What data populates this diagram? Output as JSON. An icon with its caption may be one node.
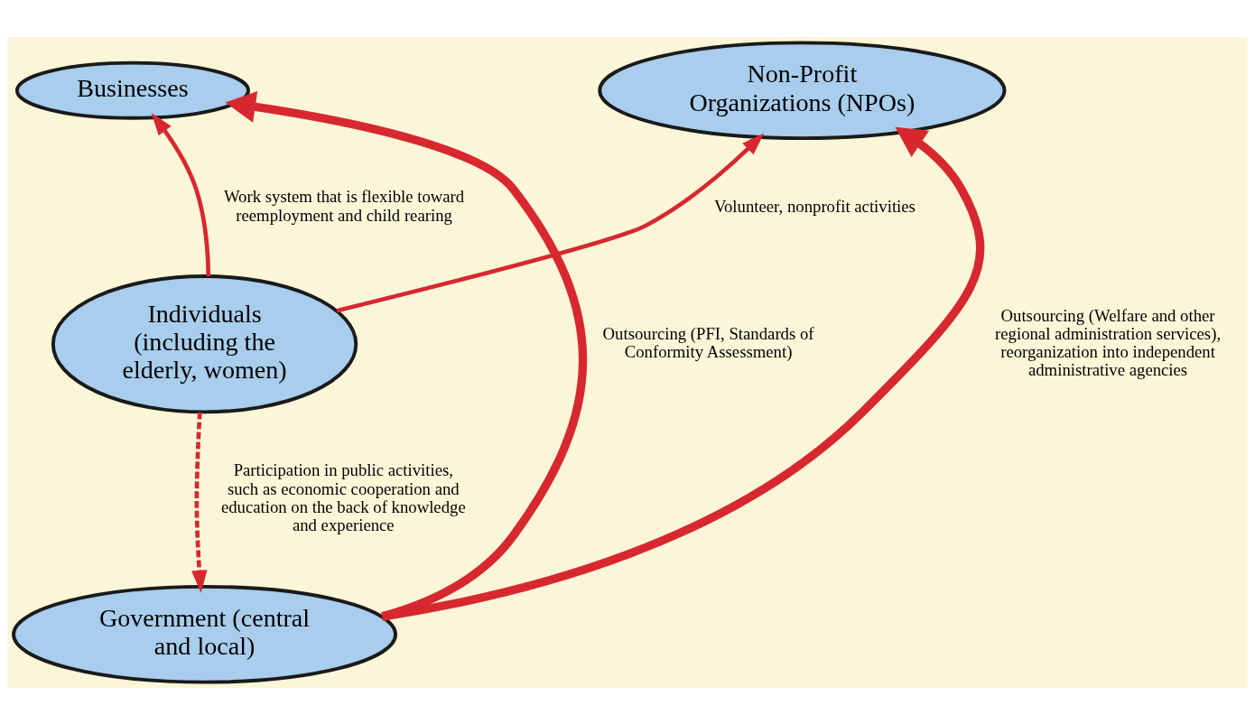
{
  "diagram": {
    "nodes": [
      {
        "text": [
          "Businesses"
        ]
      },
      {
        "text": [
          "Non-Profit Organizations (NPOs)"
        ]
      },
      {
        "text": [
          "Individuals (including the elderly, women)"
        ]
      },
      {
        "text": [
          "Government (central and local)"
        ]
      }
    ],
    "edges": [
      {
        "from": 2,
        "to": 0,
        "arrow": "to",
        "label": "Work system that is flexible toward reemployment and child rearing"
      },
      {
        "from": 2,
        "to": 1,
        "arrow": "to",
        "label": "Volunteer, nonprofit activities"
      },
      {
        "from": 2,
        "to": 3,
        "arrow": "to",
        "style": "dashed",
        "label": "Participation in public activities, such as economic cooperation and education on the back of knowledge and experience"
      },
      {
        "from": 3,
        "to": 0,
        "arrow": "to",
        "style": "thick",
        "label": "Outsourcing (PFI, Standards of Conformity Assessment)"
      },
      {
        "from": 3,
        "to": 1,
        "arrow": "to",
        "style": "thick",
        "label": "Outsourcing (Welfare and other regional administration services), reorganization into independent administrative agencies"
      }
    ]
  }
}
